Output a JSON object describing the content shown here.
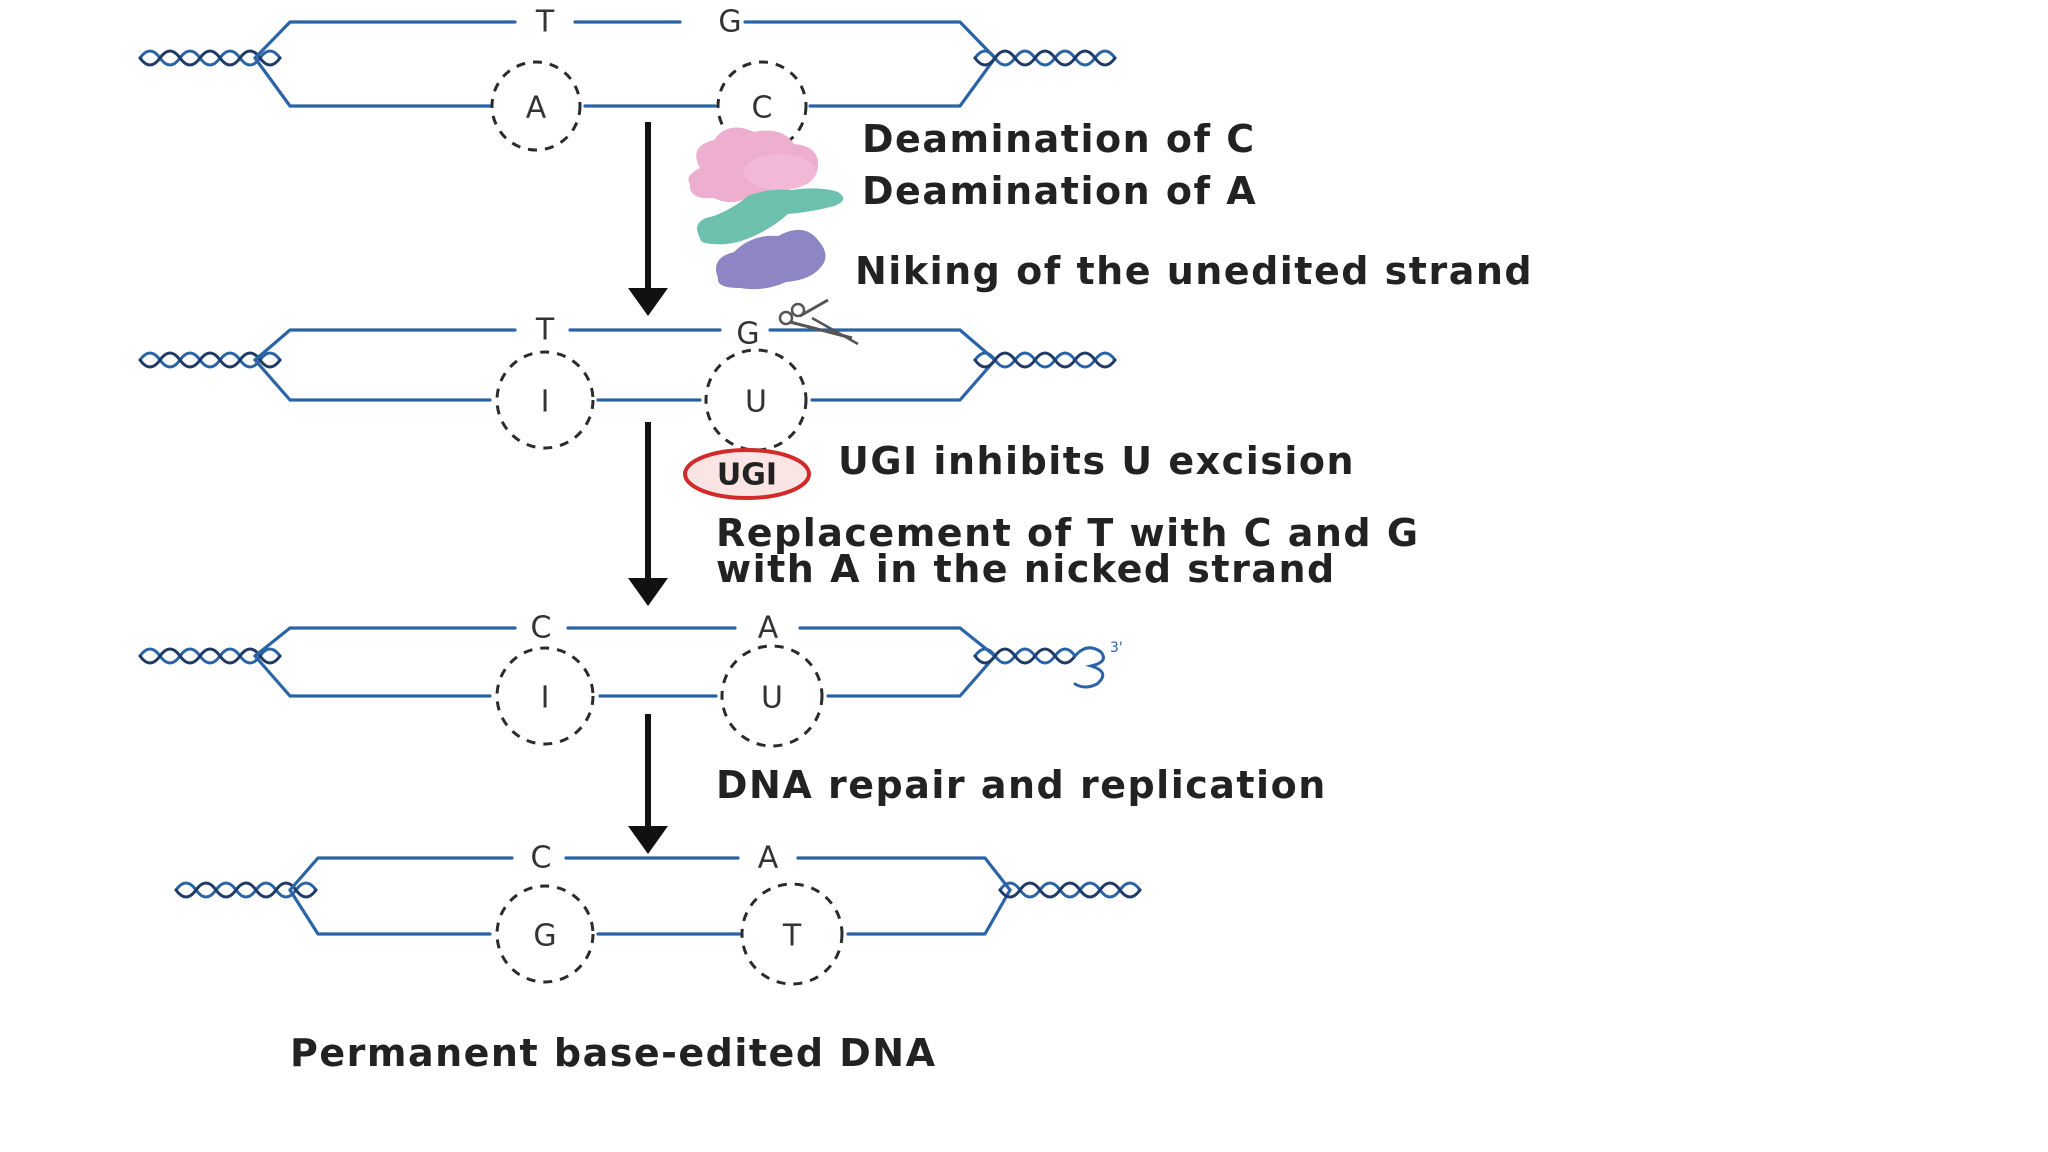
{
  "diagram": {
    "rows": [
      {
        "top_bases": [
          "T",
          "G"
        ],
        "bottom_bases": [
          "A",
          "C"
        ]
      },
      {
        "top_bases": [
          "T",
          "G"
        ],
        "bottom_bases": [
          "I",
          "U"
        ]
      },
      {
        "top_bases": [
          "C",
          "A"
        ],
        "bottom_bases": [
          "I",
          "U"
        ]
      },
      {
        "top_bases": [
          "C",
          "A"
        ],
        "bottom_bases": [
          "G",
          "T"
        ]
      }
    ],
    "steps": {
      "deamination_c": "Deamination of C",
      "deamination_a": "Deamination of A",
      "nicking": "Niking of the unedited strand",
      "ugi_inhibits": "UGI inhibits U excision",
      "replacement_line1": "Replacement of T with C and G",
      "replacement_line2": "with A in the nicked strand",
      "repair": "DNA repair and replication"
    },
    "ugi_badge": "UGI",
    "end_label_3prime": "3'",
    "caption": "Permanent base-edited DNA",
    "colors": {
      "strand": "#2a64a6",
      "deaminase_c": "#eeaed0",
      "deaminase_a": "#6dbfae",
      "nickase": "#8d85c4",
      "ugi_ring": "#d22a2a",
      "arrow": "#111111"
    }
  }
}
